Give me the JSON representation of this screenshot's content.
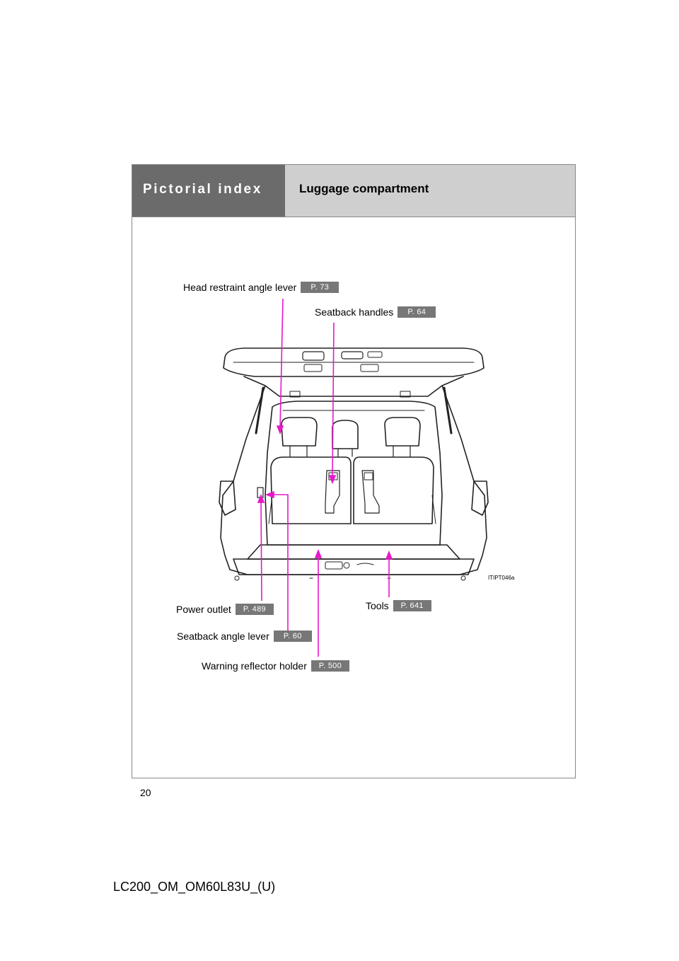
{
  "header": {
    "section": "Pictorial index",
    "title": "Luggage compartment"
  },
  "callouts": [
    {
      "label": "Head restraint angle lever",
      "page": "P. 73"
    },
    {
      "label": "Seatback handles",
      "page": "P. 64"
    },
    {
      "label": "Power outlet",
      "page": "P. 489"
    },
    {
      "label": "Tools",
      "page": "P. 641"
    },
    {
      "label": "Seatback angle lever",
      "page": "P. 60"
    },
    {
      "label": "Warning reflector holder",
      "page": "P. 500"
    }
  ],
  "illustration": {
    "code": "ITIPT046a"
  },
  "page_number": "20",
  "footer": "LC200_OM_OM60L83U_(U)",
  "colors": {
    "leader": "#e619c8",
    "header_dark": "#6b6b6b",
    "header_light": "#cfcfcf",
    "page_ref_bg": "#777777"
  }
}
